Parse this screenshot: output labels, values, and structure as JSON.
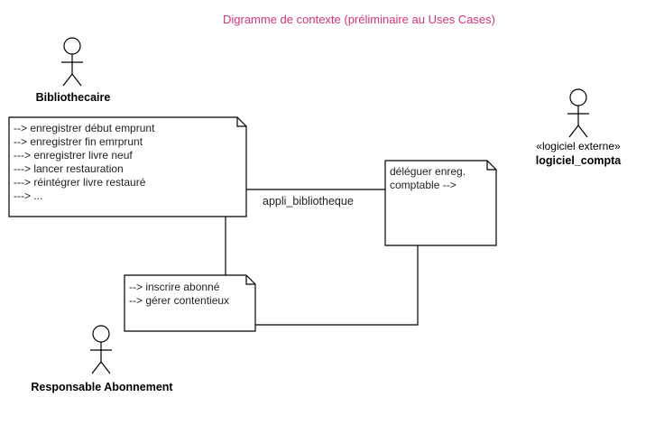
{
  "diagram": {
    "title": "Digramme de contexte (préliminaire au Uses Cases)",
    "colors": {
      "title": "#d6337a",
      "line": "#000000",
      "note_fill": "#ffffff",
      "text": "#222222"
    },
    "actors": [
      {
        "id": "bibliothecaire",
        "name": "Bibliothecaire",
        "stereotype": ""
      },
      {
        "id": "logiciel-compta",
        "name": "logiciel_compta",
        "stereotype": "«logiciel externe»"
      },
      {
        "id": "responsable-abonnement",
        "name": "Responsable Abonnement",
        "stereotype": ""
      }
    ],
    "notes": {
      "bibliothecaire": [
        "--> enregistrer début emprunt",
        "--> enregistrer fin emrprunt",
        "---> enregistrer livre neuf",
        "---> lancer restauration",
        "---> réintégrer livre restauré",
        "---> ..."
      ],
      "compta": [
        "déléguer enreg.",
        "comptable -->"
      ],
      "abonnement": [
        "--> inscrire abonné",
        "--> gérer contentieux"
      ]
    },
    "system_label": "appli_bibliotheque"
  }
}
